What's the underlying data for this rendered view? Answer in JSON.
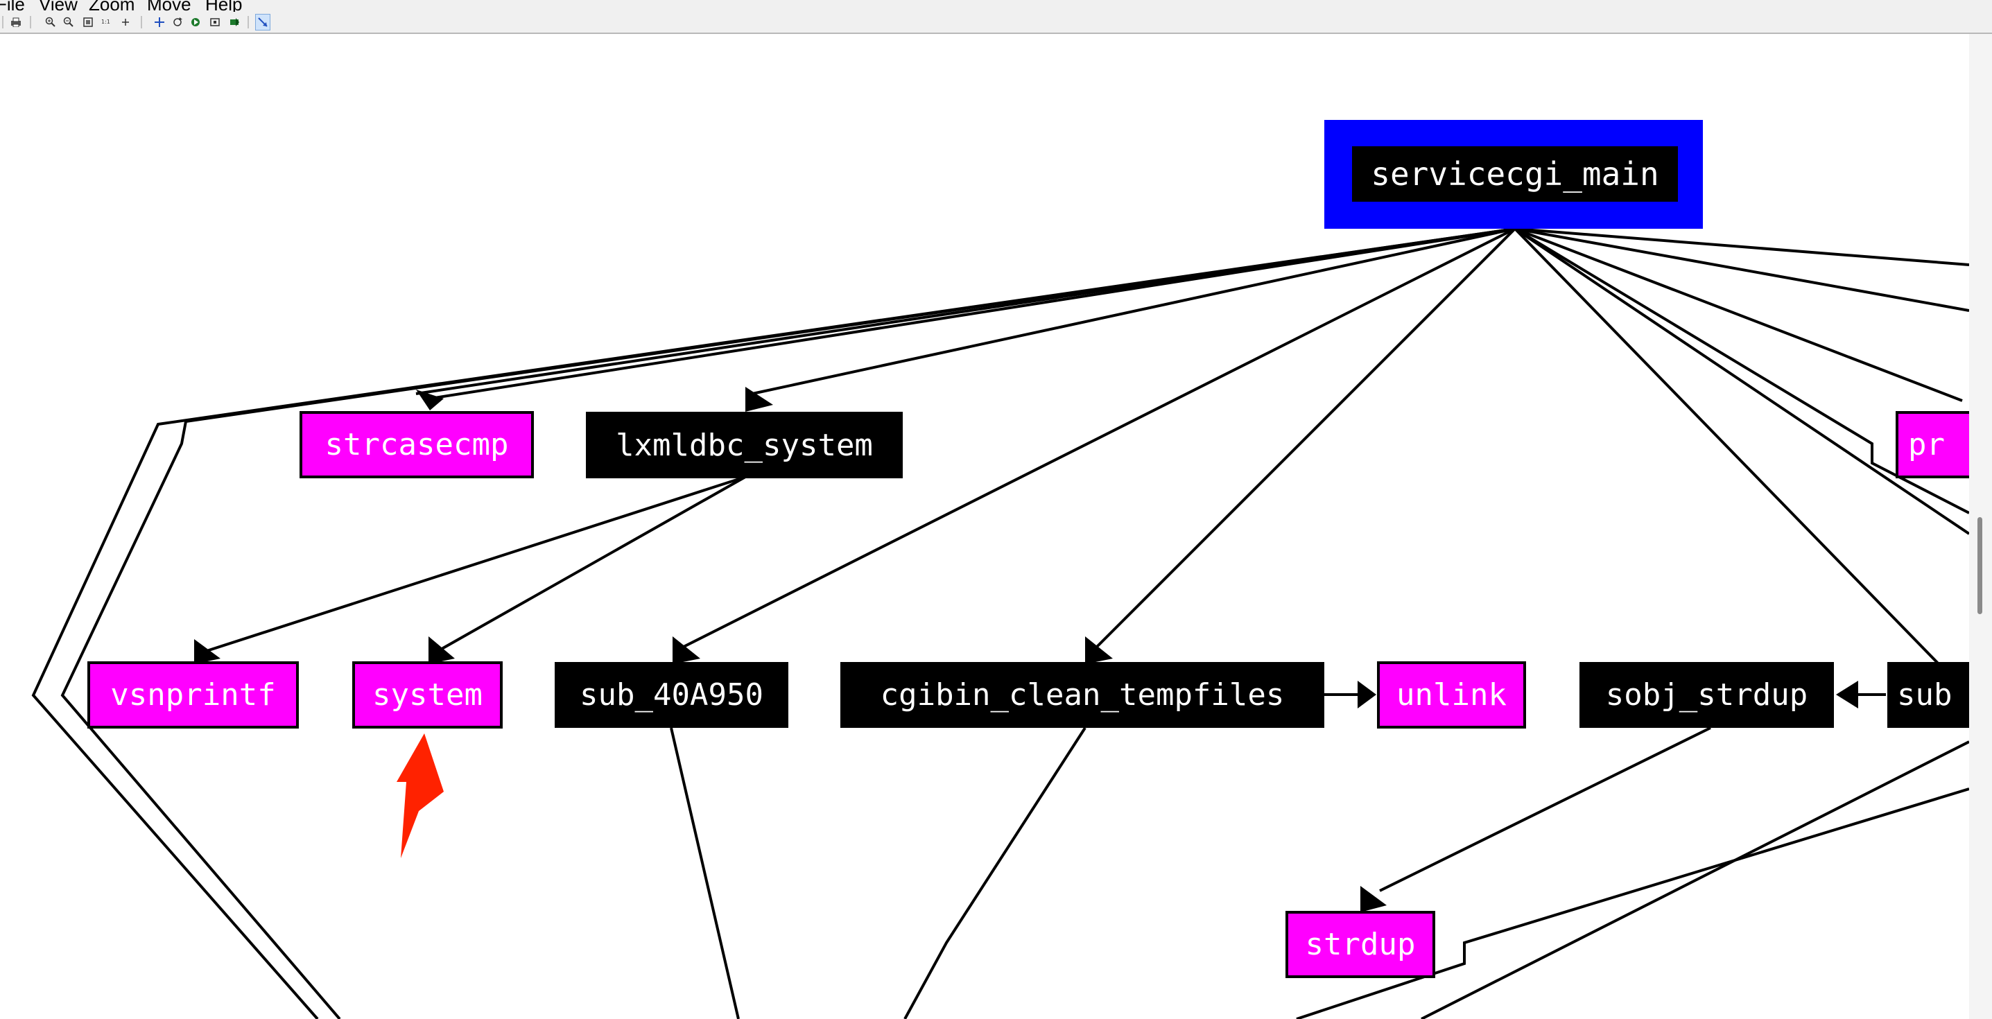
{
  "menu": {
    "items": [
      "File",
      "View",
      "Zoom",
      "Move",
      "Help"
    ]
  },
  "toolbar": {
    "buttons": [
      "print-icon",
      "zoom-in-icon",
      "zoom-out-icon",
      "zoom-fit-icon",
      "zoom-100-icon",
      "zoom-point-icon",
      "move-icon",
      "rotate-icon",
      "go-forward-icon",
      "center-node-icon",
      "go-node-icon",
      "select-mode-icon"
    ]
  },
  "graph": {
    "root": "servicecgi_main",
    "nodes": {
      "strcasecmp": "strcasecmp",
      "lxmldbc_system": "lxmldbc_system",
      "pr": "pr",
      "vsnprintf": "vsnprintf",
      "system": "system",
      "sub_40A950": "sub_40A950",
      "cgibin_clean_tempfiles": "cgibin_clean_tempfiles",
      "unlink": "unlink",
      "sobj_strdup": "sobj_strdup",
      "sub": "sub",
      "strdup": "strdup"
    }
  },
  "colors": {
    "root_border": "#0000ff",
    "import_fill": "#ff00ff",
    "local_fill": "#000000",
    "highlight_arrow": "#ff2200",
    "edge": "#000000"
  }
}
